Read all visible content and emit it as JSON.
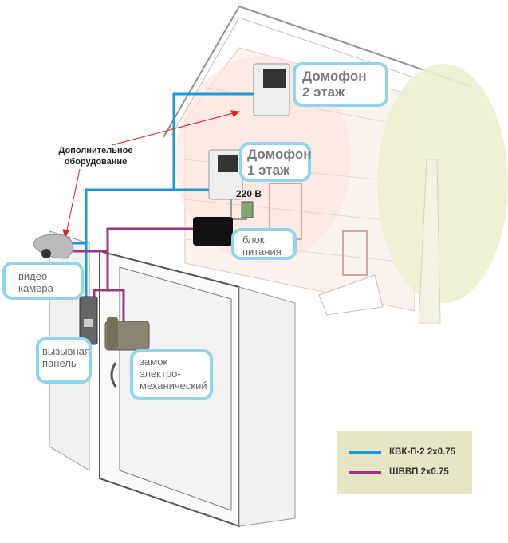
{
  "labels": {
    "intercom_floor2": [
      "Домофон",
      "2 этаж"
    ],
    "intercom_floor1": [
      "Домофон",
      "1 этаж"
    ],
    "voltage": "220 В",
    "power_unit": [
      "блок",
      "питания"
    ],
    "extra_equipment": [
      "Дополнительное",
      "оборудование"
    ],
    "camera": [
      "видео",
      "камера"
    ],
    "call_panel": [
      "вызывная",
      "панель"
    ],
    "lock": [
      "замок",
      "электро-",
      "механический"
    ]
  },
  "legend": [
    {
      "label": "КВК-П-2 2х0.75",
      "color": "#1a9ad6"
    },
    {
      "label": "ШВВП 2х0.75",
      "color": "#a0357e"
    }
  ],
  "colors": {
    "blue_wire": "#1a9ad6",
    "purple_wire": "#a0357e",
    "label_border": "#8fd6ea",
    "arrow": "#e02020"
  }
}
